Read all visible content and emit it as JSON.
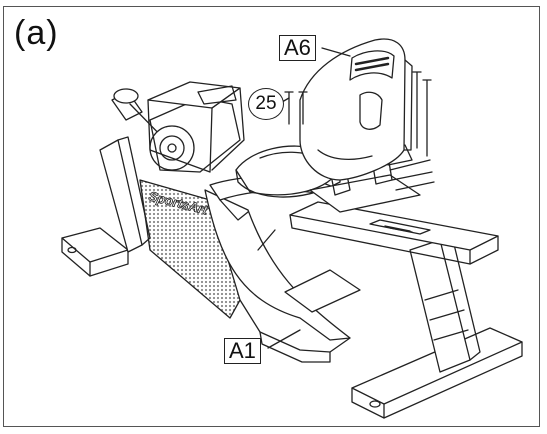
{
  "figure": {
    "panel_label": "(a)",
    "callouts": {
      "seat_back": "A6",
      "frame": "A1",
      "screw_part": "25"
    },
    "brand_logo_text": "SportsArt"
  },
  "colors": {
    "line": "#222222",
    "mesh": "#cfcfcf",
    "background": "#ffffff"
  }
}
